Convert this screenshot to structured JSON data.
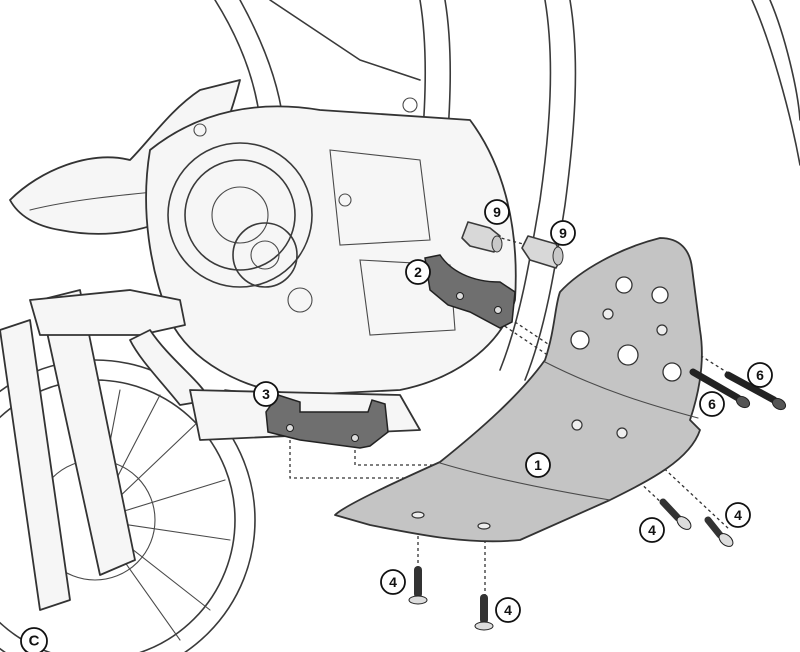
{
  "figure": {
    "section_label": "C",
    "callouts": [
      {
        "id": "plate",
        "label": "1"
      },
      {
        "id": "bracket-right",
        "label": "2"
      },
      {
        "id": "bracket-left",
        "label": "3"
      },
      {
        "id": "screw-bottom-left",
        "label": "4"
      },
      {
        "id": "screw-bottom-right",
        "label": "4"
      },
      {
        "id": "screw-side-left",
        "label": "4"
      },
      {
        "id": "screw-side-right",
        "label": "4"
      },
      {
        "id": "bolt-long-lower",
        "label": "6"
      },
      {
        "id": "bolt-long-upper",
        "label": "6"
      },
      {
        "id": "spacer-left",
        "label": "9"
      },
      {
        "id": "spacer-right",
        "label": "9"
      }
    ],
    "colors": {
      "plate_fill": "#c4c4c4",
      "bracket_fill": "#6f6f6f",
      "spacer_fill": "#d8d8d8",
      "line": "#333333"
    }
  }
}
